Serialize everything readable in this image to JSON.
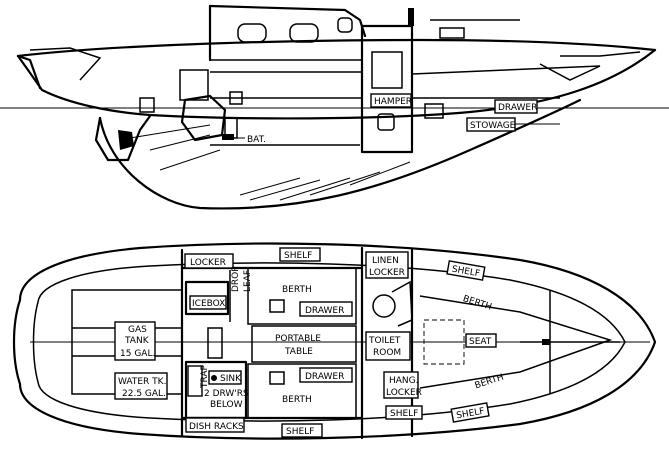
{
  "profile": {
    "hamper": "HAMPER",
    "drawer": "DRAWER",
    "stowage": "STOWAGE",
    "bat": "BAT."
  },
  "plan": {
    "locker": "LOCKER",
    "shelf_top": "SHELF",
    "linen_locker_1": "LINEN",
    "linen_locker_2": "LOCKER",
    "shelf_fwd_top": "SHELF",
    "icebox": "ICEBOX",
    "drop_leaf_1": "DROP",
    "drop_leaf_2": "LEAF",
    "berth_port": "BERTH",
    "drawer_port": "DRAWER",
    "berth_fwd_top": "BERTH",
    "gas_tank_1": "GAS",
    "gas_tank_2": "TANK",
    "gas_tank_3": "15 GAL.",
    "portable_table_1": "PORTABLE",
    "portable_table_2": "TABLE",
    "toilet_room_1": "TOILET",
    "toilet_room_2": "ROOM",
    "seat": "SEAT",
    "water_tank_1": "WATER TK.",
    "water_tank_2": "22.5 GAL.",
    "sink": "SINK",
    "trap": "TRAP",
    "drawers_below_1": "2 DRW'RS",
    "drawers_below_2": "BELOW",
    "drawer_stbd": "DRAWER",
    "hanging_locker_1": "HANG.",
    "hanging_locker_2": "LOCKER",
    "berth_fwd_bottom": "BERTH",
    "berth_stbd": "BERTH",
    "shelf_bottom": "SHELF",
    "shelf_fwd_bottom_1": "SHELF",
    "shelf_fwd_bottom_2": "SHELF",
    "dish_racks": "DISH RACKS"
  }
}
